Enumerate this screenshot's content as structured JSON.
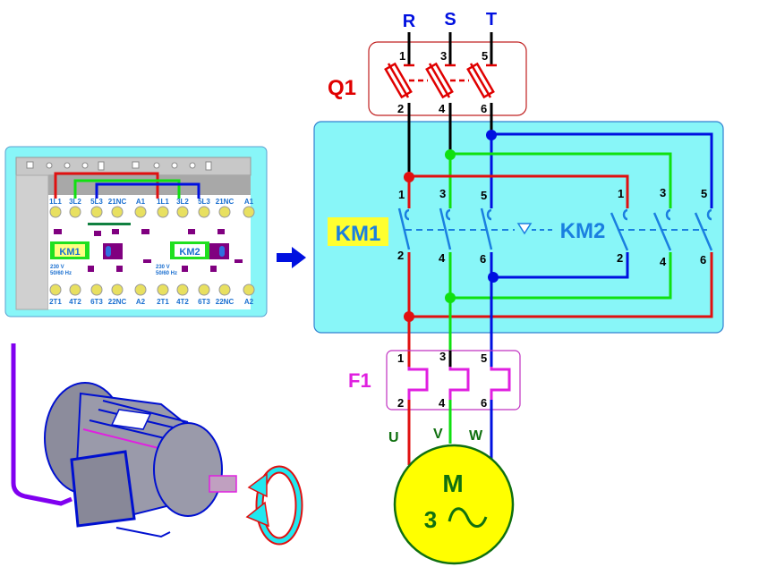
{
  "supply": {
    "phases": [
      "R",
      "S",
      "T"
    ]
  },
  "q1": {
    "label": "Q1",
    "terminals_top": [
      "1",
      "3",
      "5"
    ],
    "terminals_bottom": [
      "2",
      "4",
      "6"
    ]
  },
  "km1": {
    "label": "KM1",
    "terminals_top": [
      "1",
      "3",
      "5"
    ],
    "terminals_bottom": [
      "2",
      "4",
      "6"
    ]
  },
  "km2": {
    "label": "KM2",
    "terminals_top": [
      "1",
      "3",
      "5"
    ],
    "terminals_bottom": [
      "2",
      "4",
      "6"
    ]
  },
  "f1": {
    "label": "F1",
    "terminals_top": [
      "1",
      "3",
      "5"
    ],
    "terminals_bottom": [
      "2",
      "4",
      "6"
    ]
  },
  "motor": {
    "windings": [
      "U",
      "V",
      "W"
    ],
    "symbol": "M",
    "phase_count": "3",
    "ac_symbol": "~"
  },
  "contactor_photo": {
    "top_terminals": [
      "1L1",
      "3L2",
      "5L3",
      "21NC",
      "A1",
      "1L1",
      "3L2",
      "5L3",
      "21NC",
      "A1"
    ],
    "bottom_terminals": [
      "2T1",
      "4T2",
      "6T3",
      "22NC",
      "A2",
      "2T1",
      "4T2",
      "6T3",
      "22NC",
      "A2"
    ],
    "names": [
      "KM1",
      "KM2"
    ],
    "rating": [
      "230 V",
      "50/60 Hz"
    ]
  },
  "colors": {
    "phase_r": "#e01010",
    "phase_s": "#10e010",
    "phase_t": "#0010e0",
    "panel_bg": "#88f6f8",
    "contact_blue": "#1a7fe0",
    "q1_red": "#e00000",
    "f1_magenta": "#e020e0",
    "motor_fill": "#ffff00",
    "motor_text": "#107010"
  }
}
